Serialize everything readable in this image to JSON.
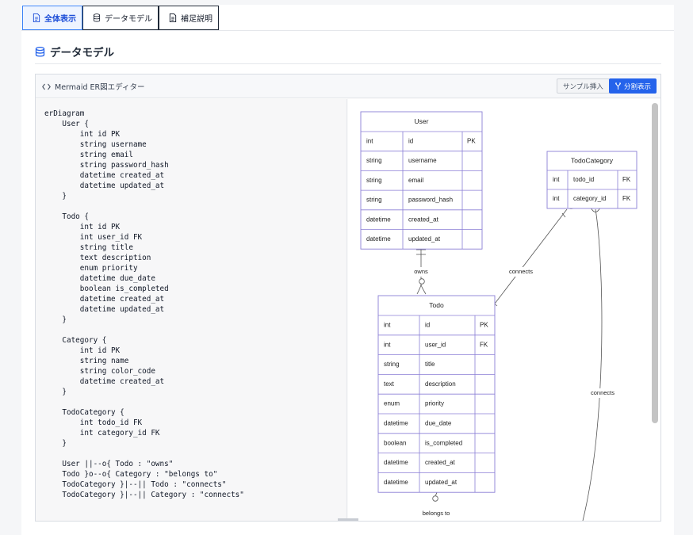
{
  "tabs": [
    {
      "label": "全体表示",
      "active": true
    },
    {
      "label": "データモデル",
      "active": false
    },
    {
      "label": "補足説明",
      "active": false
    }
  ],
  "section": {
    "title": "データモデル"
  },
  "editor": {
    "title": "Mermaid ER図エディター",
    "sample_button": "サンプル挿入",
    "split_button": "分割表示"
  },
  "code_lines": [
    "erDiagram",
    "    User {",
    "        int id PK",
    "        string username",
    "        string email",
    "        string password_hash",
    "        datetime created_at",
    "        datetime updated_at",
    "    }",
    "",
    "    Todo {",
    "        int id PK",
    "        int user_id FK",
    "        string title",
    "        text description",
    "        enum priority",
    "        datetime due_date",
    "        boolean is_completed",
    "        datetime created_at",
    "        datetime updated_at",
    "    }",
    "",
    "    Category {",
    "        int id PK",
    "        string name",
    "        string color_code",
    "        datetime created_at",
    "    }",
    "",
    "    TodoCategory {",
    "        int todo_id FK",
    "        int category_id FK",
    "    }",
    "",
    "    User ||--o{ Todo : \"owns\"",
    "    Todo }o--o{ Category : \"belongs to\"",
    "    TodoCategory }|--|| Todo : \"connects\"",
    "    TodoCategory }|--|| Category : \"connects\""
  ],
  "diagram": {
    "entities": {
      "user": {
        "name": "User",
        "rows": [
          [
            "int",
            "id",
            "PK"
          ],
          [
            "string",
            "username",
            ""
          ],
          [
            "string",
            "email",
            ""
          ],
          [
            "string",
            "password_hash",
            ""
          ],
          [
            "datetime",
            "created_at",
            ""
          ],
          [
            "datetime",
            "updated_at",
            ""
          ]
        ]
      },
      "todo_category": {
        "name": "TodoCategory",
        "rows": [
          [
            "int",
            "todo_id",
            "FK"
          ],
          [
            "int",
            "category_id",
            "FK"
          ]
        ]
      },
      "todo": {
        "name": "Todo",
        "rows": [
          [
            "int",
            "id",
            "PK"
          ],
          [
            "int",
            "user_id",
            "FK"
          ],
          [
            "string",
            "title",
            ""
          ],
          [
            "text",
            "description",
            ""
          ],
          [
            "enum",
            "priority",
            ""
          ],
          [
            "datetime",
            "due_date",
            ""
          ],
          [
            "boolean",
            "is_completed",
            ""
          ],
          [
            "datetime",
            "created_at",
            ""
          ],
          [
            "datetime",
            "updated_at",
            ""
          ]
        ]
      }
    },
    "relations": {
      "owns": "owns",
      "connects_todo": "connects",
      "connects_category": "connects",
      "belongs_to": "belongs to"
    }
  },
  "colors": {
    "accent": "#2563eb",
    "entity_border": "#8b7fd6",
    "line": "#555555"
  }
}
